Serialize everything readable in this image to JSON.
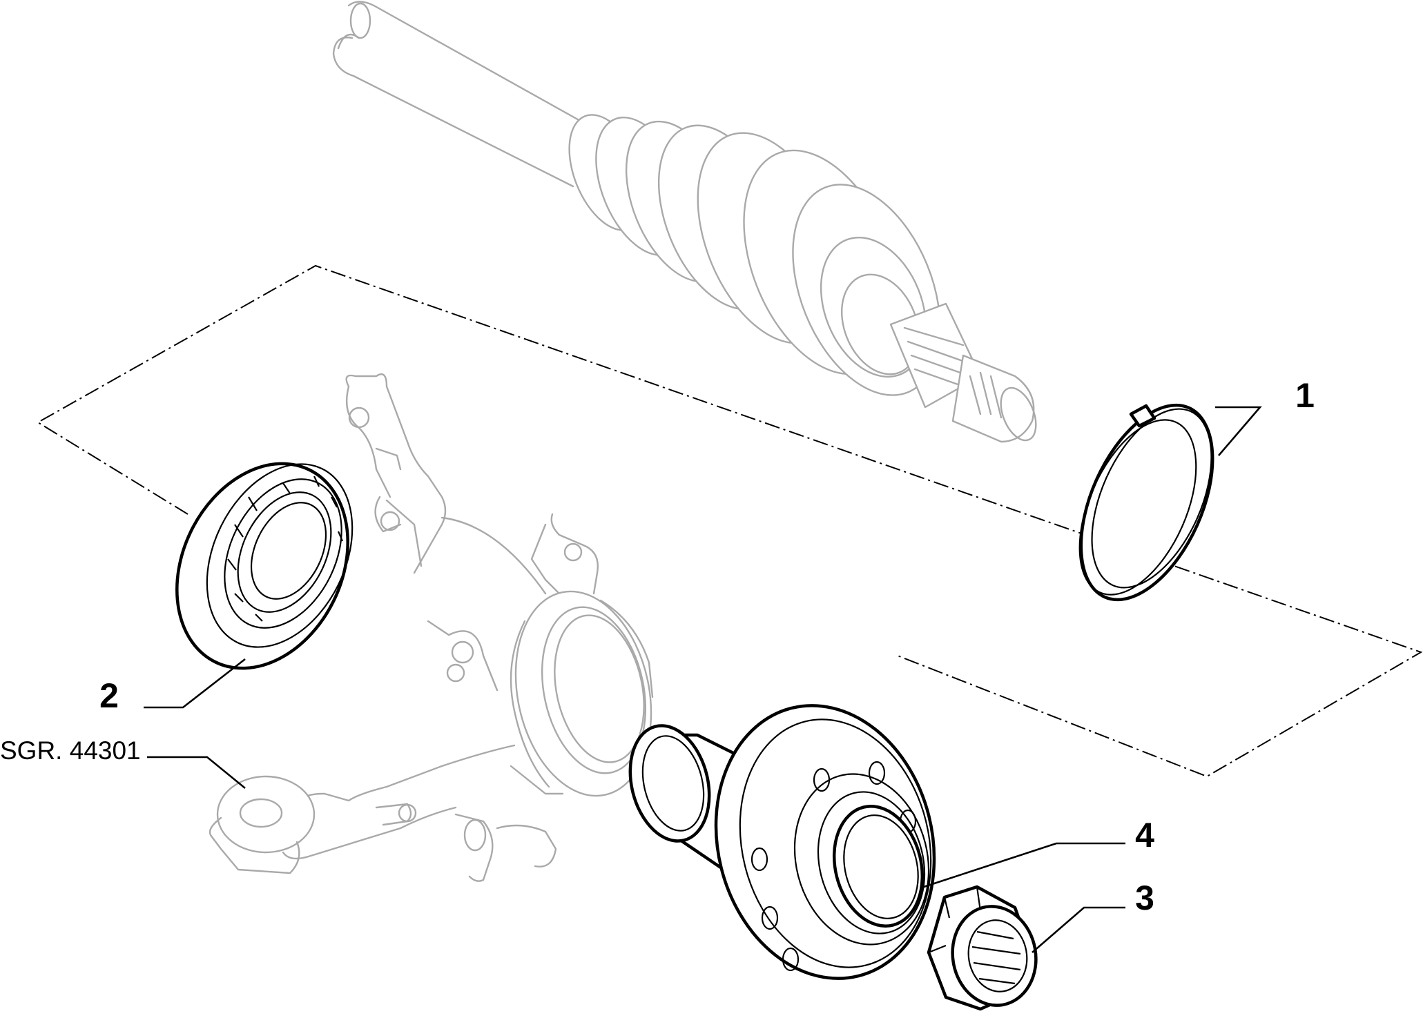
{
  "callouts": [
    {
      "id": "1",
      "label": "1"
    },
    {
      "id": "2",
      "label": "2"
    },
    {
      "id": "3",
      "label": "3"
    },
    {
      "id": "4",
      "label": "4"
    }
  ],
  "reference": {
    "label": "SGR. 44301"
  },
  "parts": {
    "1": "snap-ring",
    "2": "wheel-bearing",
    "3": "hub-nut",
    "4": "wheel-hub"
  }
}
